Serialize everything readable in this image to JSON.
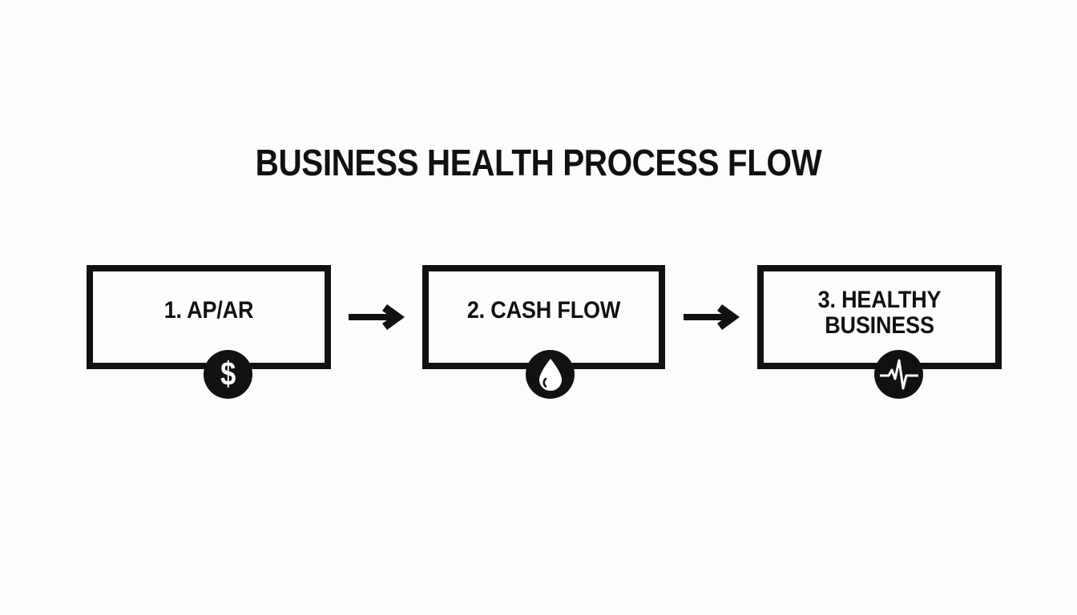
{
  "page": {
    "background_color": "#fdfdfe",
    "ink_color": "#111111",
    "title": "BUSINESS HEALTH PROCESS FLOW"
  },
  "flow": {
    "steps": [
      {
        "label": "1. AP/AR",
        "icon": "dollar-sign-icon",
        "icon_glyph": "$"
      },
      {
        "label": "2. CASH FLOW",
        "icon": "water-droplet-icon",
        "icon_glyph": ""
      },
      {
        "label": "3. HEALTHY\nBUSINESS",
        "icon": "heartbeat-pulse-icon",
        "icon_glyph": ""
      }
    ],
    "connectors": [
      {
        "name": "arrow-step1-to-step2",
        "direction": "right"
      },
      {
        "name": "arrow-step2-to-step3",
        "direction": "right"
      }
    ]
  }
}
